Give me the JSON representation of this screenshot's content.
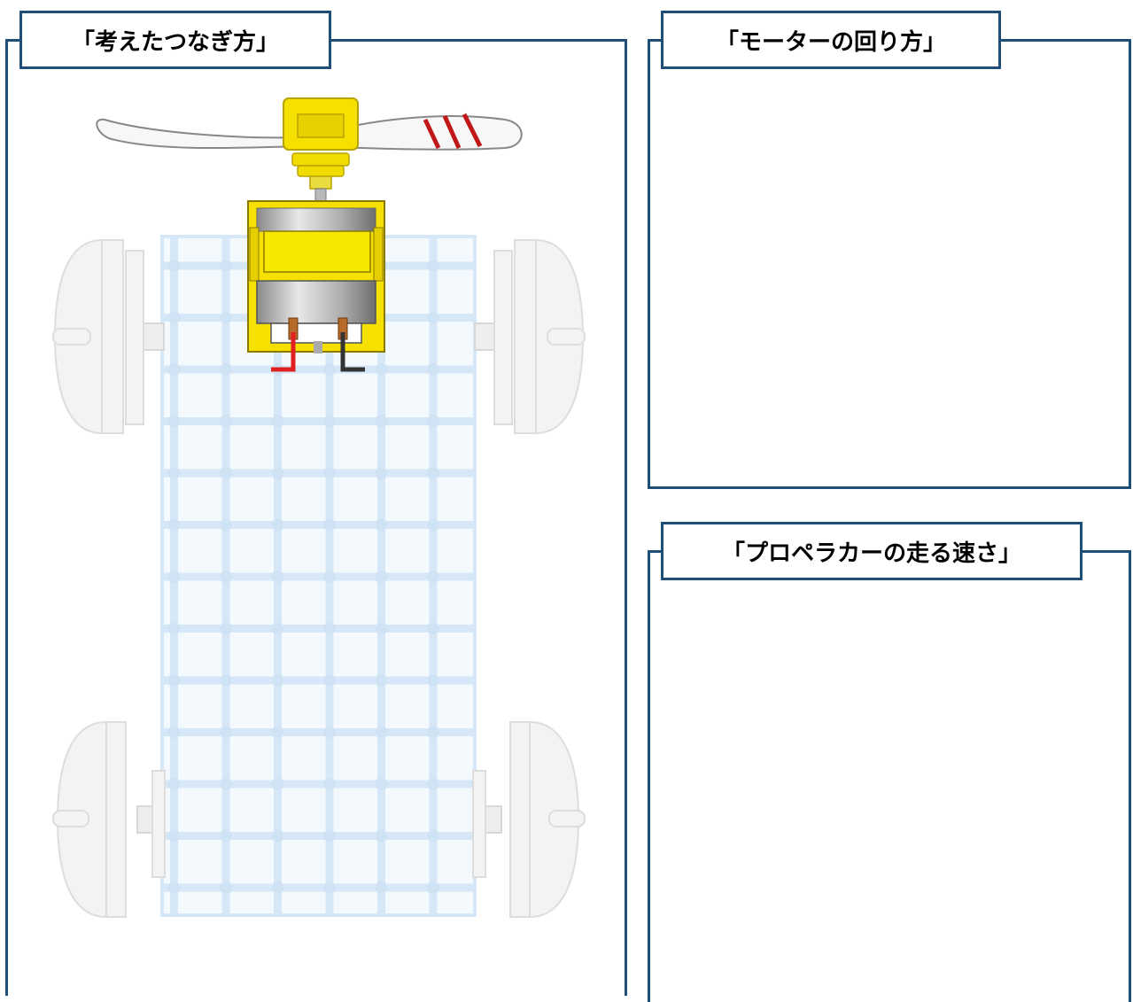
{
  "panels": {
    "connection": {
      "title": "「考えたつなぎ方」"
    },
    "motor_rotation": {
      "title": "「モーターの回り方」"
    },
    "car_speed": {
      "title": "「プロペラカーの走る速さ」"
    }
  },
  "colors": {
    "frame": "#1f4e79",
    "motor_body": "#f5e000",
    "red_wire": "#e02020",
    "black_wire": "#333333",
    "grid_fill": "#dcebf8"
  },
  "illustration": {
    "subject": "propeller-car-top-view"
  }
}
